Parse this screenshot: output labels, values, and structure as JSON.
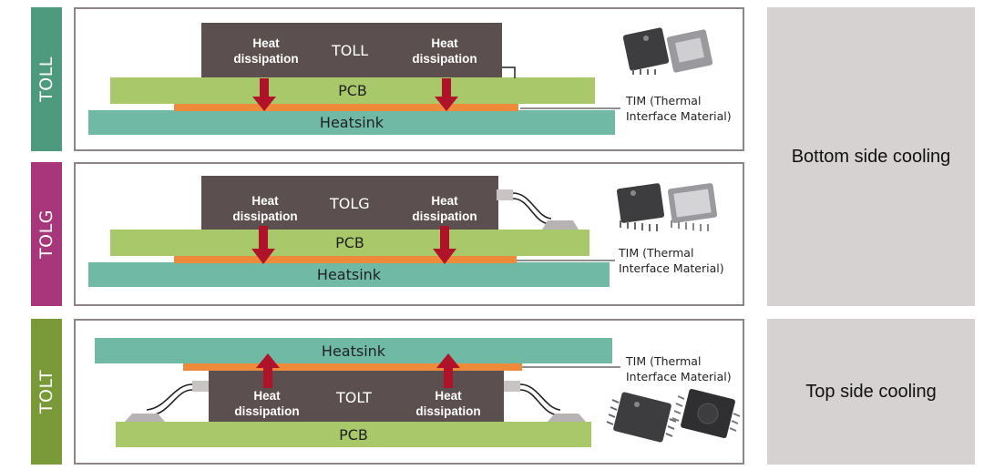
{
  "rows": [
    {
      "package": "TOLL",
      "tab_color": "#4e9a7f",
      "chip_label": "TOLL",
      "pcb_label": "PCB",
      "heatsink_label": "Heatsink",
      "heat_label_left": [
        "Heat",
        "dissipation"
      ],
      "heat_label_right": [
        "Heat",
        "dissipation"
      ],
      "tim_label": [
        "TIM (Thermal",
        "Interface Material)"
      ]
    },
    {
      "package": "TOLG",
      "tab_color": "#a8367a",
      "chip_label": "TOLG",
      "pcb_label": "PCB",
      "heatsink_label": "Heatsink",
      "heat_label_left": [
        "Heat",
        "dissipation"
      ],
      "heat_label_right": [
        "Heat",
        "dissipation"
      ],
      "tim_label": [
        "TIM (Thermal",
        "Interface Material)"
      ]
    },
    {
      "package": "TOLT",
      "tab_color": "#7a9a3a",
      "chip_label": "TOLT",
      "pcb_label": "PCB",
      "heatsink_label": "Heatsink",
      "heat_label_left": [
        "Heat",
        "dissipation"
      ],
      "heat_label_right": [
        "Heat",
        "dissipation"
      ],
      "tim_label": [
        "TIM (Thermal",
        "Interface Material)"
      ]
    }
  ],
  "cooling": {
    "bottom": "Bottom side cooling",
    "top": "Top side cooling"
  },
  "colors": {
    "pcb": "#a9c86a",
    "heatsink": "#6fb9a5",
    "tim": "#ee8b3a",
    "chip": "#5b4f50",
    "arrow": "#b0122a",
    "panel_border": "#8e8588",
    "cooling_box": "#d6d2d2"
  },
  "icons": [
    "package-photo-icon"
  ]
}
